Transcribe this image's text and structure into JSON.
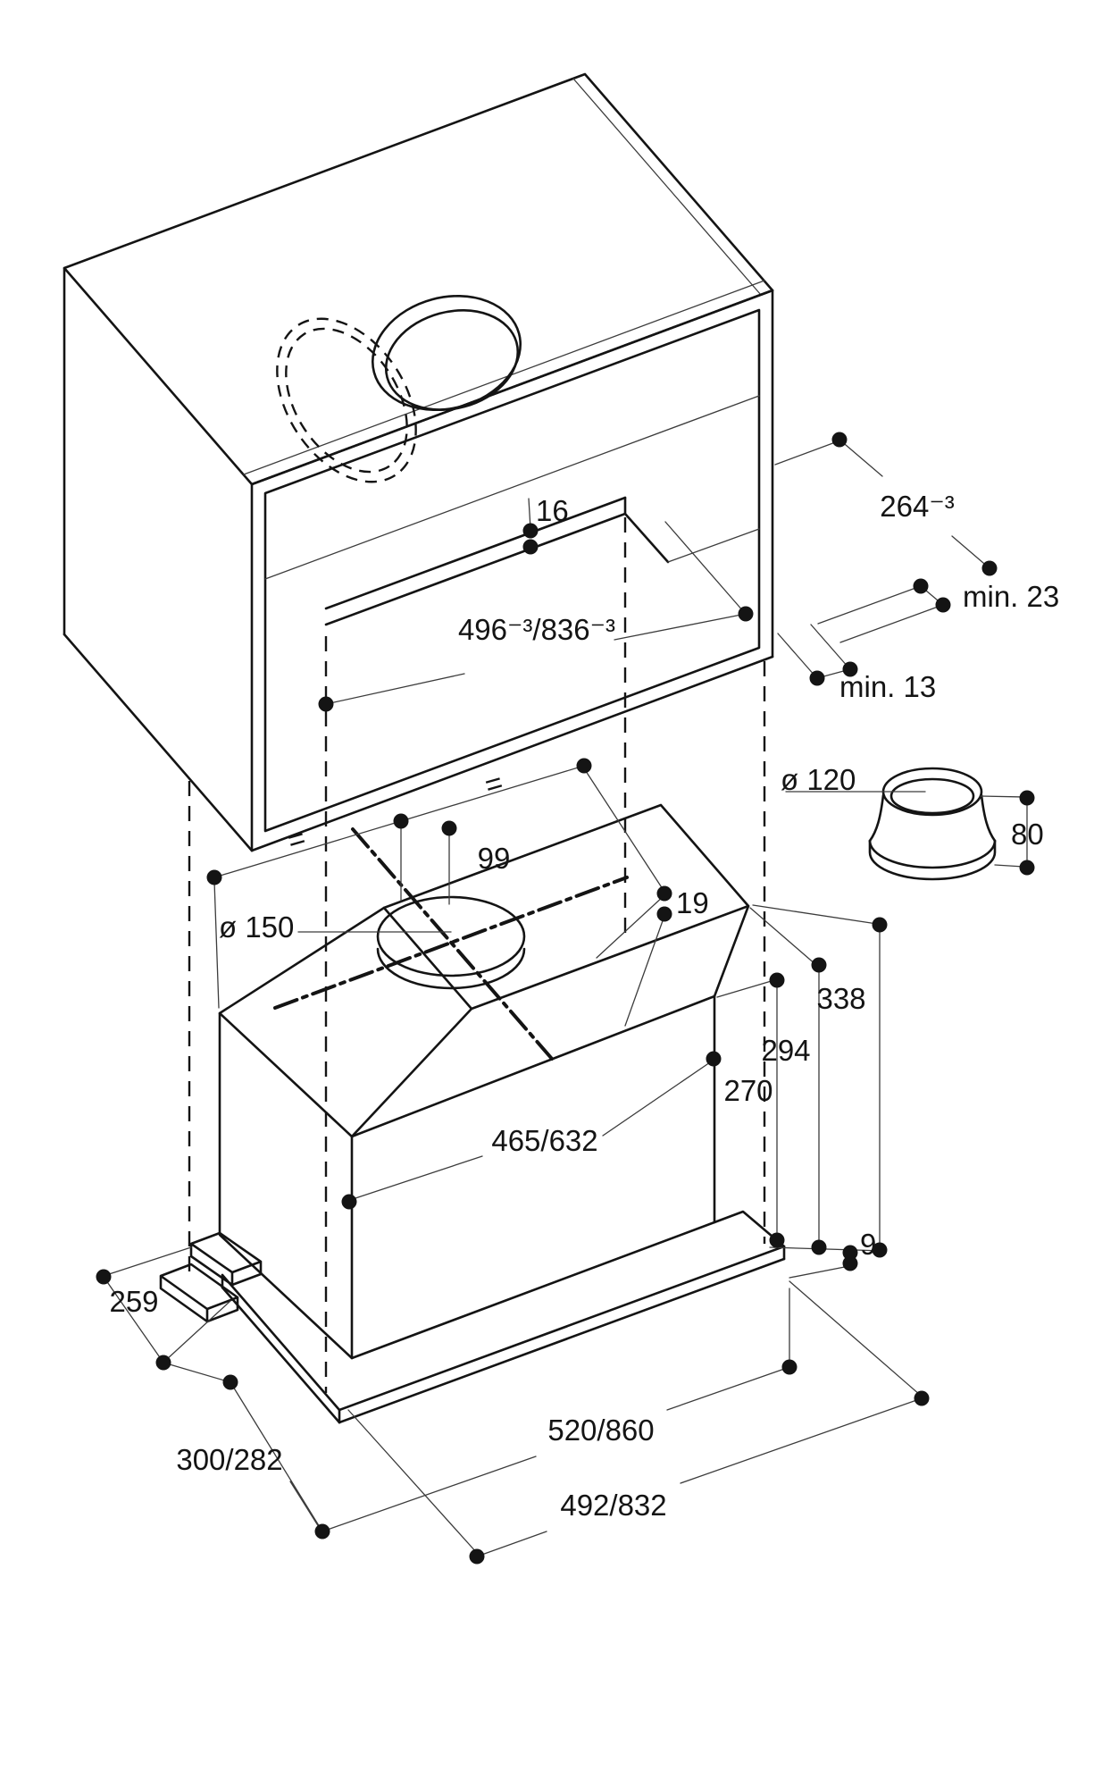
{
  "diagram": {
    "kind": "built-in cooker hood installation drawing",
    "units": "mm",
    "labels": {
      "shelf_thickness": "16",
      "cutout_depth": "264⁻³",
      "side_clearance": "min. 23",
      "front_clearance": "min. 13",
      "cutout_width": "496⁻³/836⁻³",
      "equal_left": "=",
      "equal_right": "=",
      "collar_offset": "99",
      "collar_diameter": "ø 150",
      "duct_diameter": "ø 120",
      "adapter_height": "80",
      "rim_offset": "19",
      "height_total": "338",
      "height_mid": "294",
      "height_body": "270",
      "body_width": "465/632",
      "plate_thickness": "9",
      "plate_left_depth": "259",
      "plate_depth": "300/282",
      "plate_width": "520/860",
      "inner_width": "492/832"
    }
  }
}
